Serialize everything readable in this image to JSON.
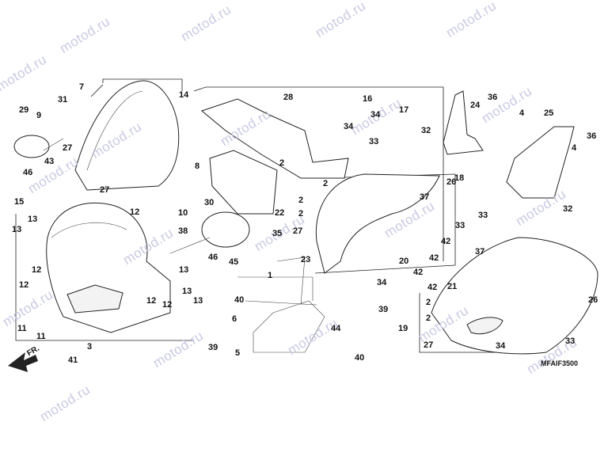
{
  "watermark": "motod.ru",
  "diagram_code": "MFAIF3500",
  "direction_label": "FR.",
  "callouts": [
    "1",
    "2",
    "3",
    "4",
    "5",
    "6",
    "7",
    "8",
    "9",
    "10",
    "11",
    "12",
    "13",
    "14",
    "15",
    "16",
    "17",
    "18",
    "19",
    "20",
    "21",
    "22",
    "23",
    "24",
    "25",
    "26",
    "27",
    "28",
    "29",
    "30",
    "31",
    "32",
    "33",
    "34",
    "35",
    "36",
    "37",
    "38",
    "39",
    "40",
    "41",
    "42",
    "43",
    "44",
    "45",
    "46"
  ]
}
